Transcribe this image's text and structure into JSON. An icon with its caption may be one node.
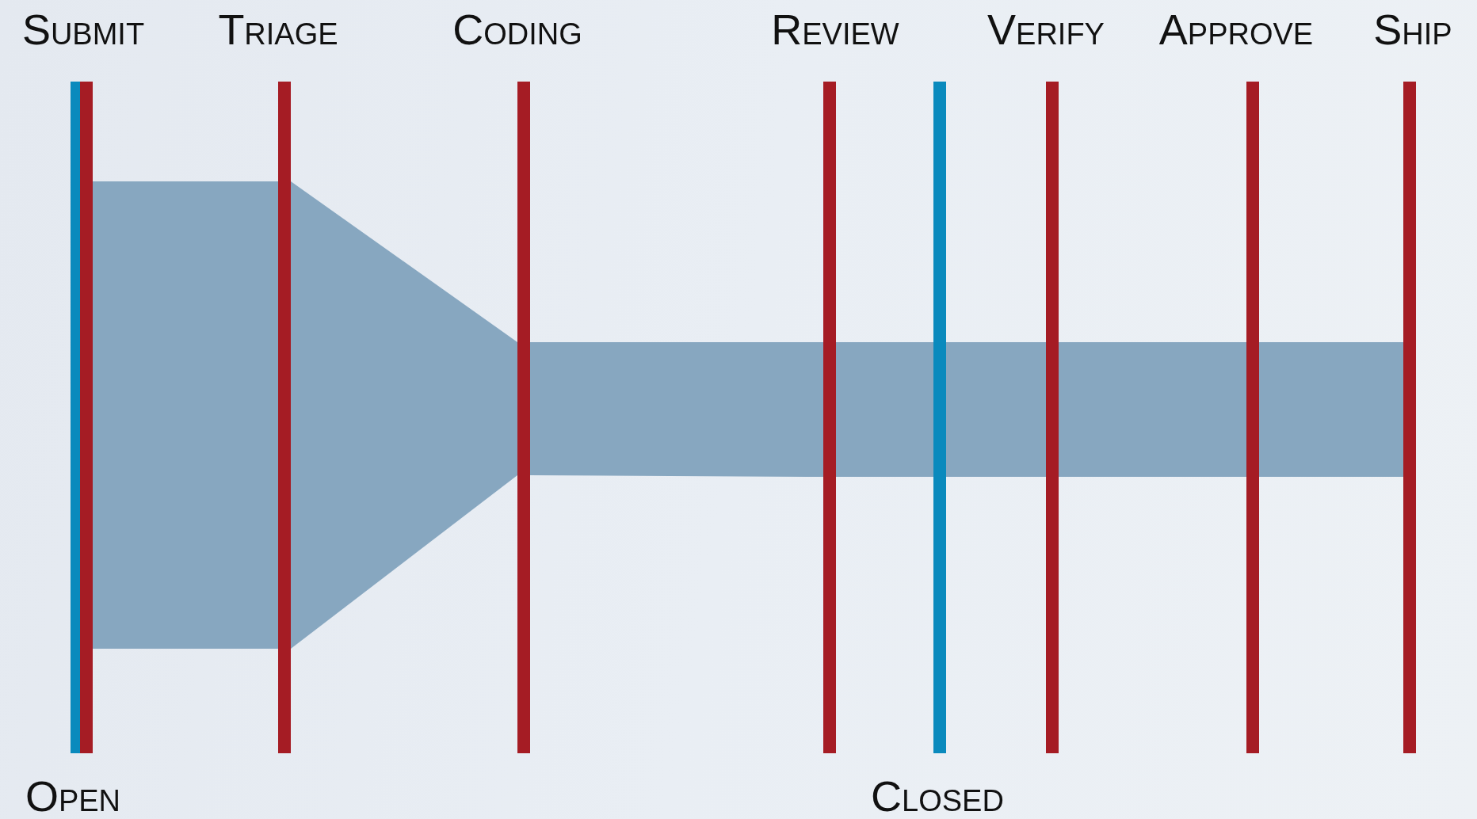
{
  "diagram": {
    "nodes": [
      {
        "text": [
          "Open"
        ]
      },
      {
        "text": [
          "Submit"
        ]
      },
      {
        "text": [
          "Triage"
        ]
      },
      {
        "text": [
          "Coding"
        ]
      },
      {
        "text": [
          "Review"
        ]
      },
      {
        "text": [
          "Closed"
        ]
      },
      {
        "text": [
          "Verify"
        ]
      },
      {
        "text": [
          "Approve"
        ]
      },
      {
        "text": [
          "Ship"
        ]
      }
    ],
    "edges": [
      {
        "from": 1,
        "to": 2,
        "arrow": "none",
        "style": "thick"
      },
      {
        "from": 2,
        "to": 3,
        "arrow": "none",
        "style": "thick"
      },
      {
        "from": 3,
        "to": 4,
        "arrow": "none",
        "style": "thick"
      },
      {
        "from": 4,
        "to": 5,
        "arrow": "none",
        "style": "thick"
      },
      {
        "from": 5,
        "to": 6,
        "arrow": "none",
        "style": "thick"
      },
      {
        "from": 6,
        "to": 7,
        "arrow": "none",
        "style": "thick"
      },
      {
        "from": 7,
        "to": 8,
        "arrow": "none",
        "style": "thick"
      }
    ]
  }
}
